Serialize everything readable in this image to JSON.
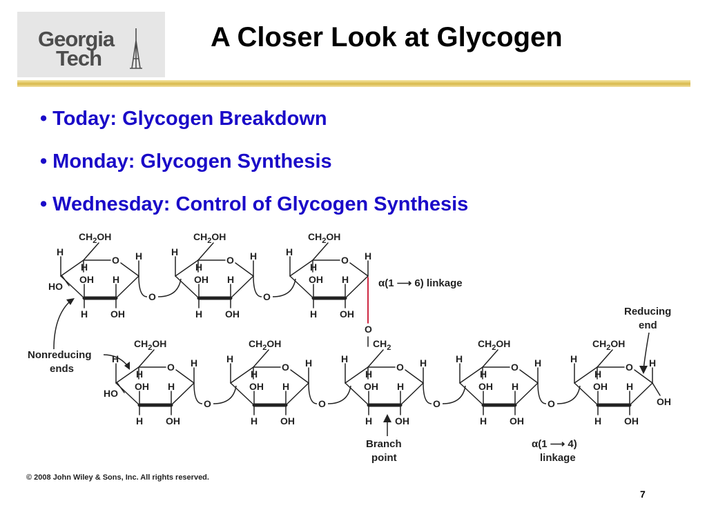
{
  "logo": {
    "line1": "Georgia",
    "line2": "Tech"
  },
  "title": "A Closer Look at Glycogen",
  "bullets": [
    "Today:  Glycogen Breakdown",
    "Monday:  Glycogen Synthesis",
    "Wednesday: Control of Glycogen Synthesis"
  ],
  "diagram": {
    "labels": {
      "ch2oh": "CH2OH",
      "ch2": "CH2",
      "h": "H",
      "oh": "OH",
      "ho": "HO",
      "o": "O"
    },
    "annotations": {
      "alpha16": "α(1 ⟶ 6) linkage",
      "alpha14_top": "α(1 ⟶ 4)",
      "alpha14_bottom": "linkage",
      "nonreducing_1": "Nonreducing",
      "nonreducing_2": "ends",
      "reducing_1": "Reducing",
      "reducing_2": "end",
      "branch_1": "Branch",
      "branch_2": "point"
    },
    "branch_color": "#c8102e"
  },
  "copyright": "© 2008 John Wiley & Sons, Inc. All rights reserved.",
  "page_number": "7"
}
